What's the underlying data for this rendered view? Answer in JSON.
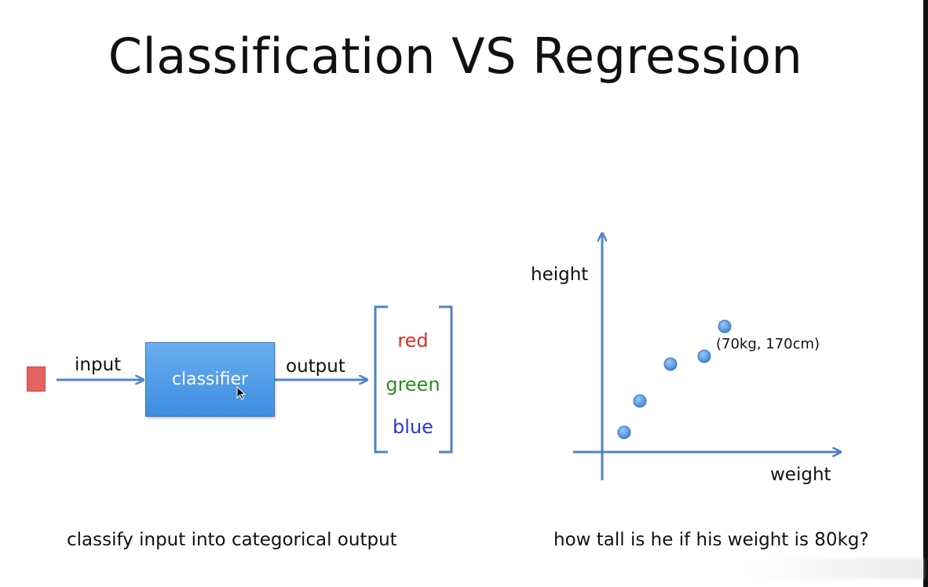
{
  "title": "Classification VS Regression",
  "classification": {
    "input_label": "input",
    "classifier_label": "classifier",
    "output_label": "output",
    "classes": [
      {
        "label": "red",
        "color": "#d7312b"
      },
      {
        "label": "green",
        "color": "#2f8a22"
      },
      {
        "label": "blue",
        "color": "#2738d6"
      }
    ],
    "caption": "classify input into categorical output"
  },
  "regression": {
    "y_label": "height",
    "x_label": "weight",
    "point_annotation": "(70kg, 170cm)",
    "caption": "how tall is he if his weight is 80kg?"
  },
  "colors": {
    "arrow": "#4f84c4",
    "box": "#4a97e6",
    "point": "#5aa0ea",
    "input_square": "#e3635f"
  }
}
